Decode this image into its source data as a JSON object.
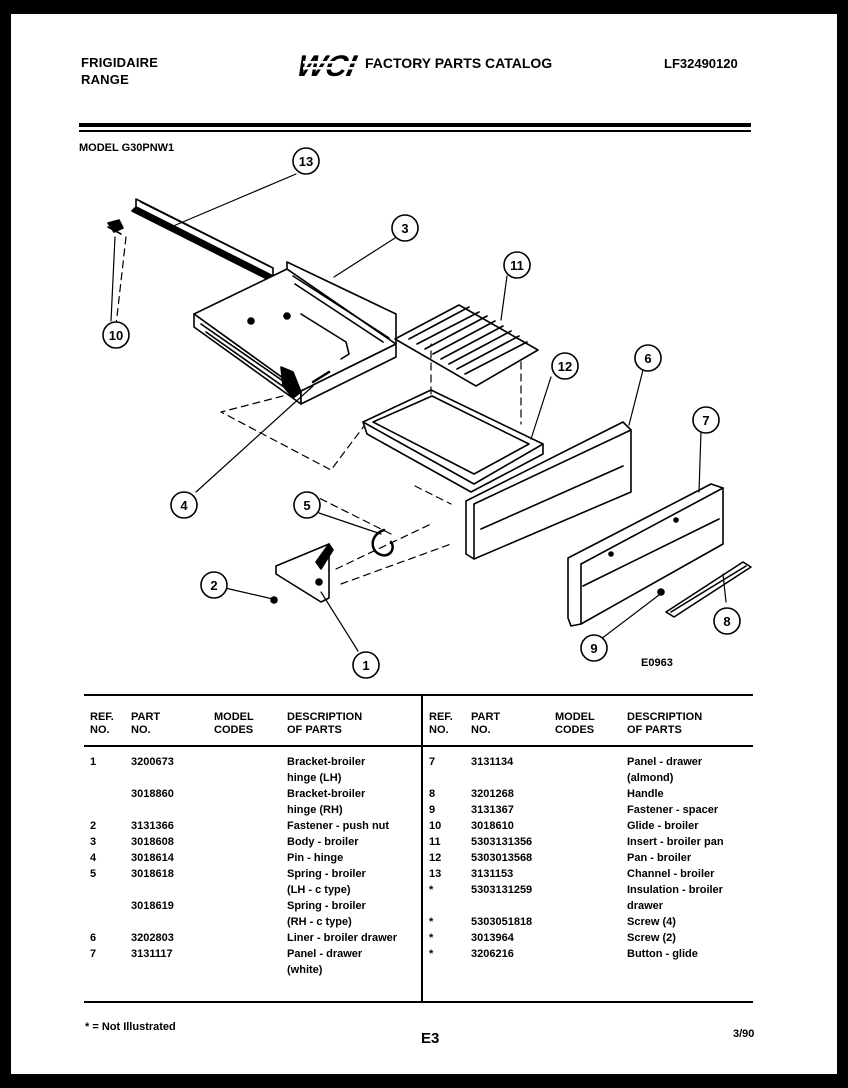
{
  "header": {
    "brand_line1": "FRIGIDAIRE",
    "brand_line2": "RANGE",
    "logo_text": "WCI",
    "catalog_title": "FACTORY PARTS CATALOG",
    "document_number": "LF32490120"
  },
  "model_label": "MODEL G30PNW1",
  "diagram": {
    "code": "E0963",
    "callouts": [
      "13",
      "3",
      "11",
      "10",
      "12",
      "6",
      "7",
      "4",
      "5",
      "2",
      "1",
      "9",
      "8"
    ]
  },
  "table": {
    "headers": {
      "ref_line1": "REF.",
      "ref_line2": "NO.",
      "part_line1": "PART",
      "part_line2": "NO.",
      "model_line1": "MODEL",
      "model_line2": "CODES",
      "desc_line1": "DESCRIPTION",
      "desc_line2": "OF PARTS"
    },
    "left_rows": [
      {
        "ref": "1",
        "part": "3200673",
        "desc": "Bracket-broiler"
      },
      {
        "ref": "",
        "part": "",
        "desc": "hinge (LH)"
      },
      {
        "ref": "",
        "part": "3018860",
        "desc": "Bracket-broiler"
      },
      {
        "ref": "",
        "part": "",
        "desc": "hinge (RH)"
      },
      {
        "ref": "2",
        "part": "3131366",
        "desc": "Fastener - push nut"
      },
      {
        "ref": "3",
        "part": "3018608",
        "desc": "Body - broiler"
      },
      {
        "ref": "4",
        "part": "3018614",
        "desc": "Pin - hinge"
      },
      {
        "ref": "5",
        "part": "3018618",
        "desc": "Spring - broiler"
      },
      {
        "ref": "",
        "part": "",
        "desc": "(LH - c type)"
      },
      {
        "ref": "",
        "part": "3018619",
        "desc": "Spring - broiler"
      },
      {
        "ref": "",
        "part": "",
        "desc": "(RH - c type)"
      },
      {
        "ref": "6",
        "part": "3202803",
        "desc": "Liner - broiler drawer"
      },
      {
        "ref": "7",
        "part": "3131117",
        "desc": "Panel - drawer"
      },
      {
        "ref": "",
        "part": "",
        "desc": "(white)"
      }
    ],
    "right_rows": [
      {
        "ref": "7",
        "part": "3131134",
        "desc": "Panel - drawer"
      },
      {
        "ref": "",
        "part": "",
        "desc": "(almond)"
      },
      {
        "ref": "8",
        "part": "3201268",
        "desc": "Handle"
      },
      {
        "ref": "9",
        "part": "3131367",
        "desc": "Fastener - spacer"
      },
      {
        "ref": "10",
        "part": "3018610",
        "desc": "Glide - broiler"
      },
      {
        "ref": "11",
        "part": "5303131356",
        "desc": "Insert - broiler pan"
      },
      {
        "ref": "12",
        "part": "5303013568",
        "desc": "Pan - broiler"
      },
      {
        "ref": "13",
        "part": "3131153",
        "desc": "Channel - broiler"
      },
      {
        "ref": "*",
        "part": "5303131259",
        "desc": "Insulation - broiler"
      },
      {
        "ref": "",
        "part": "",
        "desc": "drawer"
      },
      {
        "ref": "*",
        "part": "5303051818",
        "desc": "Screw (4)"
      },
      {
        "ref": "*",
        "part": "3013964",
        "desc": "Screw (2)"
      },
      {
        "ref": "*",
        "part": "3206216",
        "desc": "Button - glide"
      }
    ]
  },
  "footer": {
    "footnote": "* = Not Illustrated",
    "page_code": "E3",
    "date": "3/90"
  }
}
